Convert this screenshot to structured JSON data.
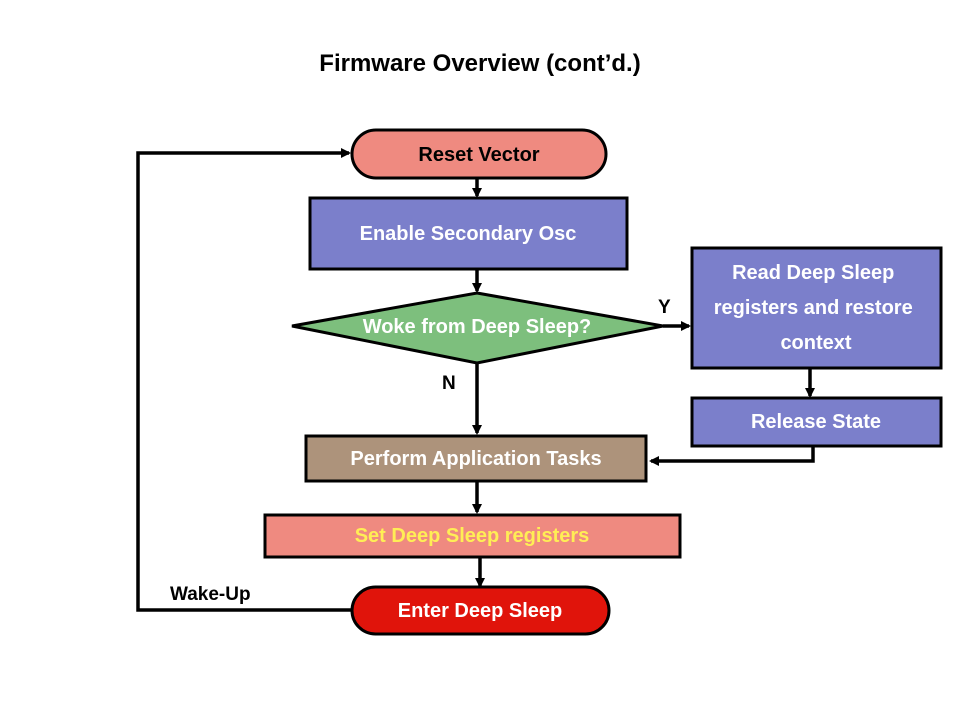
{
  "title": "Firmware Overview (cont’d.)",
  "colors": {
    "terminal_start": "#ef8a80",
    "process_blue": "#7b7fcb",
    "decision_green": "#7dbf7d",
    "process_tan": "#ad937b",
    "process_pink": "#ef8a80",
    "terminal_end": "#e0140b",
    "text_white": "#ffffff",
    "text_black": "#000000",
    "text_yellow": "#ffee55"
  },
  "nodes": {
    "reset_vector": "Reset Vector",
    "enable_osc": "Enable Secondary Osc",
    "woke_decision": "Woke from Deep Sleep?",
    "read_registers": [
      "Read Deep Sleep",
      "registers and restore",
      "context"
    ],
    "release_state": "Release State",
    "perform_tasks": "Perform Application Tasks",
    "set_registers": "Set Deep Sleep registers",
    "enter_sleep": "Enter Deep Sleep"
  },
  "edge_labels": {
    "yes": "Y",
    "no": "N",
    "wake_up": "Wake-Up"
  }
}
